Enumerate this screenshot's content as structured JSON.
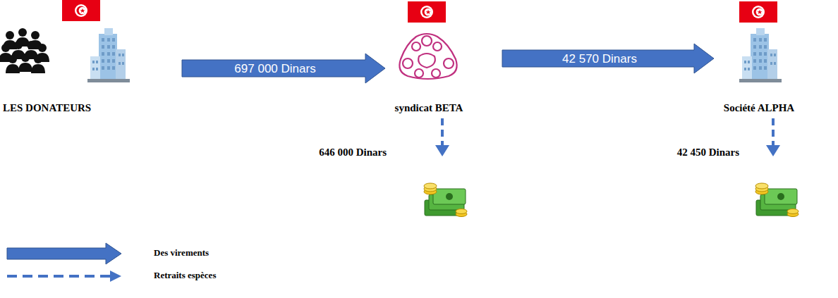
{
  "diagram": {
    "nodes": [
      {
        "text": [
          "LES DONATEURS"
        ]
      },
      {
        "text": [
          "syndicat BETA"
        ]
      },
      {
        "text": [
          "Société ALPHA"
        ]
      }
    ],
    "edges": [
      {
        "from": 0,
        "to": 1,
        "arrow": "to",
        "label": "697 000 Dinars"
      },
      {
        "from": 1,
        "to": 2,
        "arrow": "to",
        "label": "42 570 Dinars"
      }
    ],
    "labels": [
      "646 000 Dinars",
      "42 450 Dinars"
    ],
    "legend": [
      {
        "text": "Des virements"
      },
      {
        "text": "Retraits espèces"
      }
    ]
  }
}
